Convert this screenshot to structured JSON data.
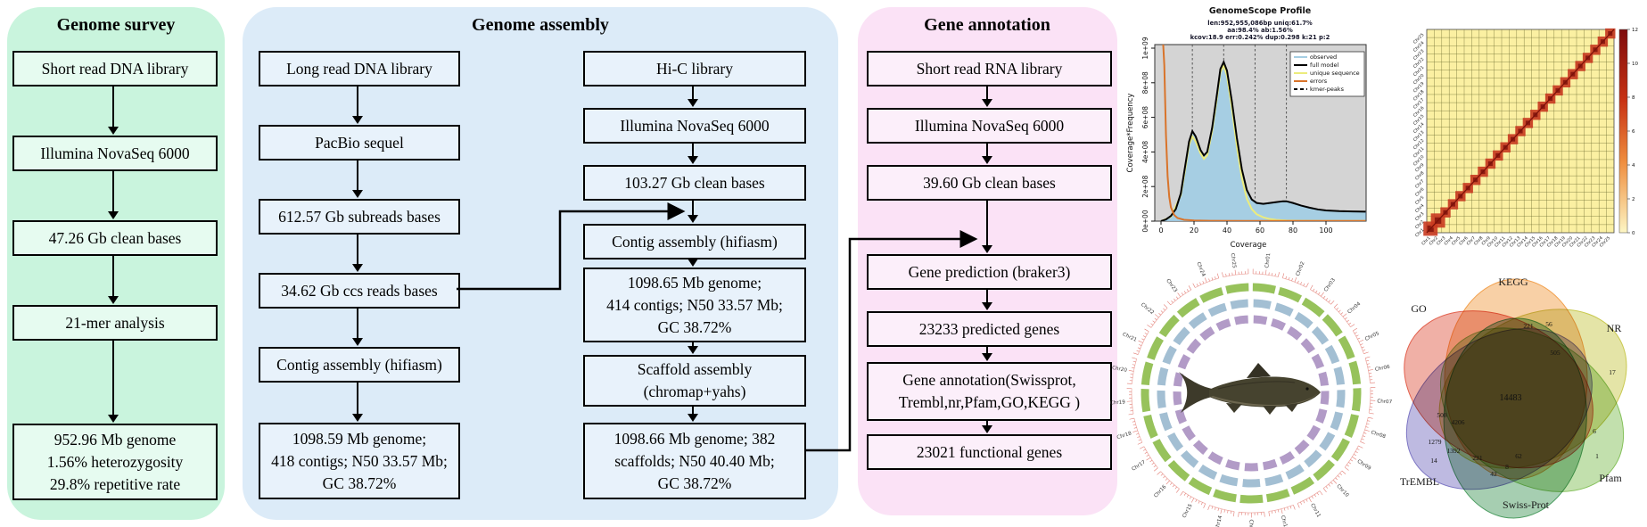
{
  "panels": {
    "survey": {
      "title": "Genome survey",
      "boxes": [
        {
          "lines": [
            "Short read DNA library"
          ]
        },
        {
          "lines": [
            "Illumina NovaSeq 6000"
          ]
        },
        {
          "lines": [
            "47.26 Gb clean bases"
          ]
        },
        {
          "lines": [
            "21-mer analysis"
          ]
        },
        {
          "lines": [
            "952.96 Mb genome",
            "1.56% heterozygosity",
            "29.8% repetitive rate"
          ]
        }
      ]
    },
    "assembly": {
      "title": "Genome assembly",
      "left_boxes": [
        {
          "lines": [
            "Long read DNA library"
          ]
        },
        {
          "lines": [
            "PacBio sequel"
          ]
        },
        {
          "lines": [
            "612.57 Gb subreads bases"
          ]
        },
        {
          "lines": [
            "34.62 Gb ccs reads bases"
          ]
        },
        {
          "lines": [
            "Contig assembly (hifiasm)"
          ]
        },
        {
          "lines": [
            "1098.59 Mb genome;",
            "418 contigs; N50 33.57 Mb;",
            "GC 38.72%"
          ]
        }
      ],
      "right_boxes": [
        {
          "lines": [
            "Hi-C library"
          ]
        },
        {
          "lines": [
            "Illumina NovaSeq 6000"
          ]
        },
        {
          "lines": [
            "103.27 Gb clean bases"
          ]
        },
        {
          "lines": [
            "Contig assembly (hifiasm)"
          ]
        },
        {
          "lines": [
            "1098.65 Mb genome;",
            "414 contigs; N50 33.57 Mb;",
            "GC 38.72%"
          ]
        },
        {
          "lines": [
            "Scaffold assembly",
            "(chromap+yahs)"
          ]
        },
        {
          "lines": [
            "1098.66 Mb genome; 382",
            "scaffolds; N50 40.40 Mb;",
            "GC 38.72%"
          ]
        }
      ]
    },
    "annotation": {
      "title": "Gene annotation",
      "boxes": [
        {
          "lines": [
            "Short read RNA library"
          ]
        },
        {
          "lines": [
            "Illumina NovaSeq 6000"
          ]
        },
        {
          "lines": [
            "39.60 Gb clean bases"
          ]
        },
        {
          "lines": [
            "Gene prediction (braker3)"
          ]
        },
        {
          "lines": [
            "23233  predicted genes"
          ]
        },
        {
          "lines": [
            "Gene annotation(Swissprot,",
            "Trembl,nr,Pfam,GO,KEGG )"
          ]
        },
        {
          "lines": [
            "23021  functional genes"
          ]
        }
      ]
    }
  },
  "genomescope": {
    "title": "GenomeScope Profile",
    "subtitle_lines": [
      "len:952,955,086bp uniq:61.7%",
      "aa:98.4% ab:1.56%",
      "kcov:18.9 err:0.242% dup:0.298  k:21 p:2"
    ],
    "xlabel": "Coverage",
    "ylabel": "Coverage*Frequency",
    "x_ticks": [
      0,
      20,
      40,
      60,
      80,
      100
    ],
    "y_ticks": [
      "0e+00",
      "2e+08",
      "4e+08",
      "6e+08",
      "8e+08",
      "1e+09"
    ],
    "kmer_peaks": [
      19,
      38,
      57,
      76
    ],
    "colors": {
      "observed": "#a6cee3",
      "full_model": "#000000",
      "unique": "#ecec7c",
      "errors": "#d9742b",
      "panel_bg": "#d4d4d4"
    },
    "legend": [
      {
        "label": "observed",
        "color": "#a6cee3",
        "dashed": false
      },
      {
        "label": "full model",
        "color": "#000000",
        "dashed": false
      },
      {
        "label": "unique sequence",
        "color": "#ecec7c",
        "dashed": false
      },
      {
        "label": "errors",
        "color": "#d9742b",
        "dashed": false
      },
      {
        "label": "kmer-peaks",
        "color": "#000000",
        "dashed": true
      }
    ],
    "series": {
      "full_model": [
        [
          0,
          0
        ],
        [
          3,
          0.1
        ],
        [
          6,
          0.3
        ],
        [
          9,
          0.7
        ],
        [
          12,
          1.6
        ],
        [
          15,
          3.4
        ],
        [
          17,
          4.6
        ],
        [
          19,
          5.2
        ],
        [
          21,
          4.9
        ],
        [
          24,
          4.1
        ],
        [
          26,
          3.8
        ],
        [
          28,
          4.0
        ],
        [
          31,
          5.4
        ],
        [
          34,
          7.4
        ],
        [
          36,
          8.8
        ],
        [
          38,
          9.2
        ],
        [
          40,
          8.7
        ],
        [
          43,
          6.9
        ],
        [
          46,
          4.8
        ],
        [
          49,
          3.0
        ],
        [
          52,
          1.8
        ],
        [
          55,
          1.25
        ],
        [
          58,
          1.05
        ],
        [
          62,
          1.0
        ],
        [
          66,
          1.05
        ],
        [
          70,
          1.1
        ],
        [
          74,
          1.15
        ],
        [
          76,
          1.15
        ],
        [
          80,
          1.05
        ],
        [
          85,
          0.9
        ],
        [
          90,
          0.78
        ],
        [
          95,
          0.68
        ],
        [
          100,
          0.62
        ],
        [
          108,
          0.58
        ],
        [
          116,
          0.56
        ],
        [
          124,
          0.55
        ]
      ],
      "unique": [
        [
          0,
          0
        ],
        [
          6,
          0.25
        ],
        [
          12,
          1.5
        ],
        [
          15,
          3.2
        ],
        [
          17,
          4.4
        ],
        [
          19,
          4.9
        ],
        [
          21,
          4.6
        ],
        [
          24,
          3.9
        ],
        [
          26,
          3.6
        ],
        [
          28,
          3.8
        ],
        [
          31,
          5.2
        ],
        [
          34,
          7.2
        ],
        [
          36,
          8.6
        ],
        [
          38,
          9.0
        ],
        [
          40,
          8.4
        ],
        [
          43,
          6.5
        ],
        [
          46,
          4.3
        ],
        [
          49,
          2.5
        ],
        [
          52,
          1.3
        ],
        [
          55,
          0.7
        ],
        [
          58,
          0.4
        ],
        [
          62,
          0.22
        ],
        [
          66,
          0.12
        ],
        [
          70,
          0.07
        ],
        [
          76,
          0.04
        ],
        [
          85,
          0.02
        ],
        [
          100,
          0.01
        ],
        [
          124,
          0.01
        ]
      ],
      "errors": [
        [
          0,
          10.8
        ],
        [
          1,
          10.8
        ],
        [
          2,
          9.0
        ],
        [
          3,
          5.0
        ],
        [
          4,
          2.6
        ],
        [
          5,
          1.4
        ],
        [
          6,
          0.8
        ],
        [
          8,
          0.35
        ],
        [
          10,
          0.18
        ],
        [
          14,
          0.08
        ],
        [
          20,
          0.04
        ],
        [
          30,
          0.02
        ],
        [
          50,
          0.01
        ],
        [
          124,
          0.01
        ]
      ]
    }
  },
  "heatmap": {
    "labels": [
      "Chr1",
      "Chr2",
      "Chr3",
      "Chr4",
      "Chr5",
      "Chr6",
      "Chr7",
      "Chr8",
      "Chr9",
      "Chr10",
      "Chr11",
      "Chr12",
      "Chr13",
      "Chr14",
      "Chr15",
      "Chr16",
      "Chr17",
      "Chr18",
      "Chr19",
      "Chr20",
      "Chr21",
      "Chr22",
      "Chr23",
      "Chr24",
      "Chr25"
    ],
    "colorbar_ticks": [
      12,
      10,
      8,
      6,
      4,
      2,
      0
    ],
    "colors": {
      "bg": "#fbf0a2",
      "block": "#c93a20",
      "line": "#7a1008"
    }
  },
  "circos": {
    "chromosomes": [
      "Chr01",
      "Chr02",
      "Chr03",
      "Chr04",
      "Chr05",
      "Chr06",
      "Chr07",
      "Chr08",
      "Chr09",
      "Chr10",
      "Chr11",
      "Chr12",
      "Chr13",
      "Chr14",
      "Chr15",
      "Chr16",
      "Chr17",
      "Chr18",
      "Chr19",
      "Chr20",
      "Chr21",
      "Chr22",
      "Chr23",
      "Chr24",
      "Chr25"
    ],
    "ring_colors": {
      "ticks": "#e27c74",
      "outer": "#97c25b",
      "middle": "#a3bfd3",
      "inner": "#b29bc7"
    }
  },
  "venn": {
    "sets": [
      {
        "label": "KEGG",
        "color": "#f2a14e"
      },
      {
        "label": "GO",
        "color": "#e2614e"
      },
      {
        "label": "NR",
        "color": "#c9c94f"
      },
      {
        "label": "Pfam",
        "color": "#86c15c"
      },
      {
        "label": "Swiss-Prot",
        "color": "#4e9e63"
      },
      {
        "label": "TrEMBL",
        "color": "#7d76c4"
      }
    ],
    "counts": [
      "221",
      "56",
      "505",
      "17",
      "14483",
      "508",
      "4206",
      "6",
      "1279",
      "1392",
      "14",
      "221",
      "62",
      "1",
      "42",
      "8"
    ]
  }
}
